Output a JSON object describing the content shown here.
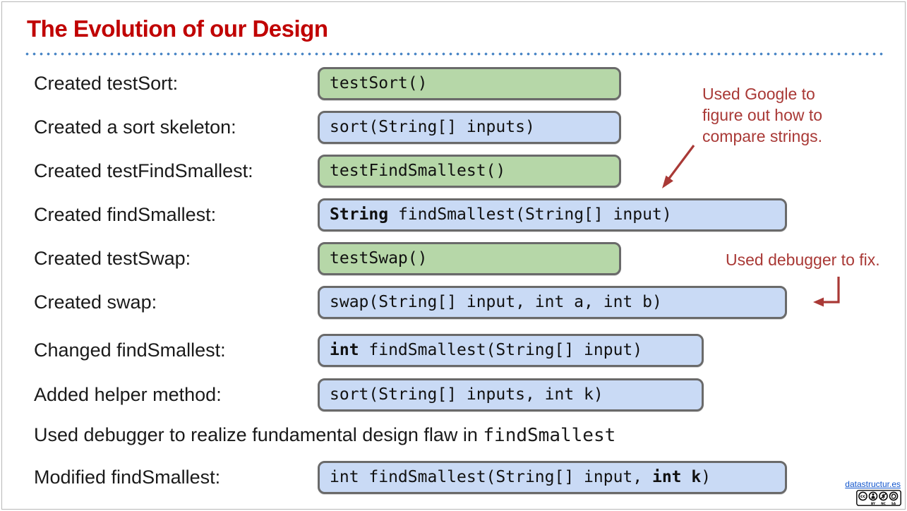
{
  "title": "The Evolution of our Design",
  "colors": {
    "title_red": "#c00000",
    "annotation_red": "#a93936",
    "box_green": "#b6d7a8",
    "box_blue": "#c9daf5",
    "box_border": "#6a6a6a",
    "dotted_rule_blue": "#4a86c6",
    "link_blue": "#1155cc",
    "text_dark": "#1a1a1a"
  },
  "rows": [
    {
      "label": "Created testSort:",
      "code": {
        "b1": "",
        "n1": "testSort()",
        "b2": "",
        "n2": ""
      }
    },
    {
      "label": "Created a sort skeleton:",
      "code": {
        "b1": "",
        "n1": "sort(String[] inputs)",
        "b2": "",
        "n2": ""
      }
    },
    {
      "label": "Created testFindSmallest:",
      "code": {
        "b1": "",
        "n1": "testFindSmallest()",
        "b2": "",
        "n2": ""
      }
    },
    {
      "label": "Created findSmallest:",
      "code": {
        "b1": "String",
        "n1": " findSmallest(String[] input)",
        "b2": "",
        "n2": ""
      }
    },
    {
      "label": "Created testSwap:",
      "code": {
        "b1": "",
        "n1": "testSwap()",
        "b2": "",
        "n2": ""
      }
    },
    {
      "label": "Created swap:",
      "code": {
        "b1": "",
        "n1": "swap(String[] input, int a, int b)",
        "b2": "",
        "n2": ""
      }
    },
    {
      "label": "Changed findSmallest:",
      "code": {
        "b1": "int",
        "n1": " findSmallest(String[] input)",
        "b2": "",
        "n2": ""
      }
    },
    {
      "label": "Added helper method:",
      "code": {
        "b1": "",
        "n1": "sort(String[] inputs, int k)",
        "b2": "",
        "n2": ""
      }
    },
    {
      "label": "Modified findSmallest:",
      "code": {
        "b1": "",
        "n1": "int findSmallest(String[] input, ",
        "b2": "int k",
        "n2": ")"
      }
    }
  ],
  "flaw_line": {
    "pre": "Used debugger to realize fundamental design flaw in ",
    "code": "findSmallest"
  },
  "annotations": {
    "google_note": "Used Google to figure out how to compare strings.",
    "debugger_note": "Used debugger to fix."
  },
  "footer": {
    "link": "datastructur.es",
    "license": {
      "cc": "cc",
      "by": "BY",
      "nc": "NC",
      "sa": "SA"
    }
  }
}
